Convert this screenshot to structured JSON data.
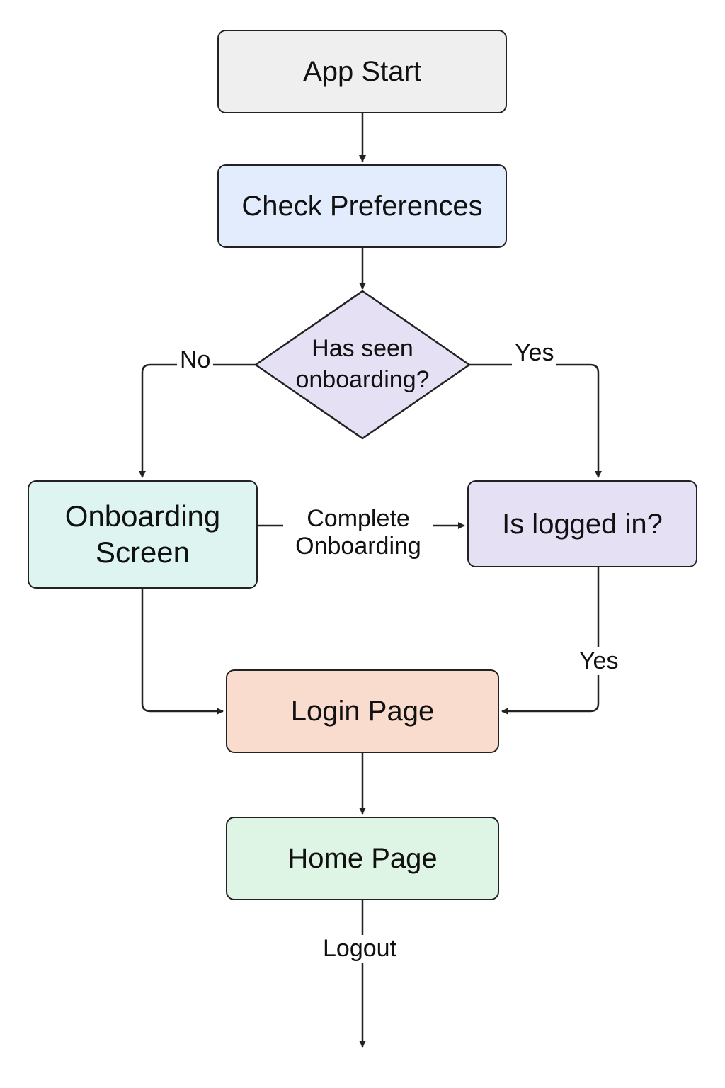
{
  "nodes": {
    "app_start": {
      "label": "App Start",
      "fill": "#efefef"
    },
    "check_preferences": {
      "label": "Check Preferences",
      "fill": "#e2ecfc"
    },
    "decision_onboarding": {
      "label": "Has seen\nonboarding?",
      "fill": "#e6e0f4"
    },
    "onboarding_screen": {
      "label": "Onboarding\nScreen",
      "fill": "#ddf4f1"
    },
    "is_logged_in": {
      "label": "Is logged in?",
      "fill": "#e6e0f4"
    },
    "login_page": {
      "label": "Login Page",
      "fill": "#f9dccd"
    },
    "home_page": {
      "label": "Home Page",
      "fill": "#def4e4"
    }
  },
  "edges": {
    "no": "No",
    "yes_onboarded": "Yes",
    "complete_onboarding": "Complete\nOnboarding",
    "yes_logged_in": "Yes",
    "logout": "Logout"
  },
  "colors": {
    "stroke": "#222222"
  }
}
